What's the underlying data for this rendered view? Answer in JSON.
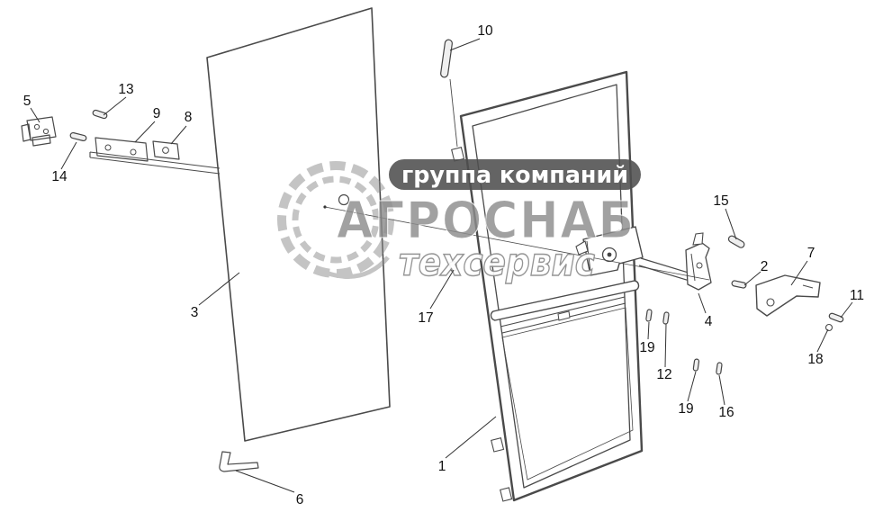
{
  "watermark": {
    "company_type": "группа компаний",
    "brand": "АГРОСНАБ",
    "division": "техсервис"
  },
  "part_labels": {
    "p1": "1",
    "p2": "2",
    "p3": "3",
    "p4": "4",
    "p5": "5",
    "p6": "6",
    "p7": "7",
    "p8": "8",
    "p9": "9",
    "p10": "10",
    "p11": "11",
    "p12": "12",
    "p13": "13",
    "p14": "14",
    "p15": "15",
    "p16": "16",
    "p17": "17",
    "p18": "18",
    "p19a": "19",
    "p19b": "19"
  },
  "colors": {
    "line": "#4a4a4a",
    "label_text": "#111111",
    "watermark_gray": "#8d8d8d",
    "pill_background": "#4f4f4f",
    "pill_text": "#ffffff"
  }
}
